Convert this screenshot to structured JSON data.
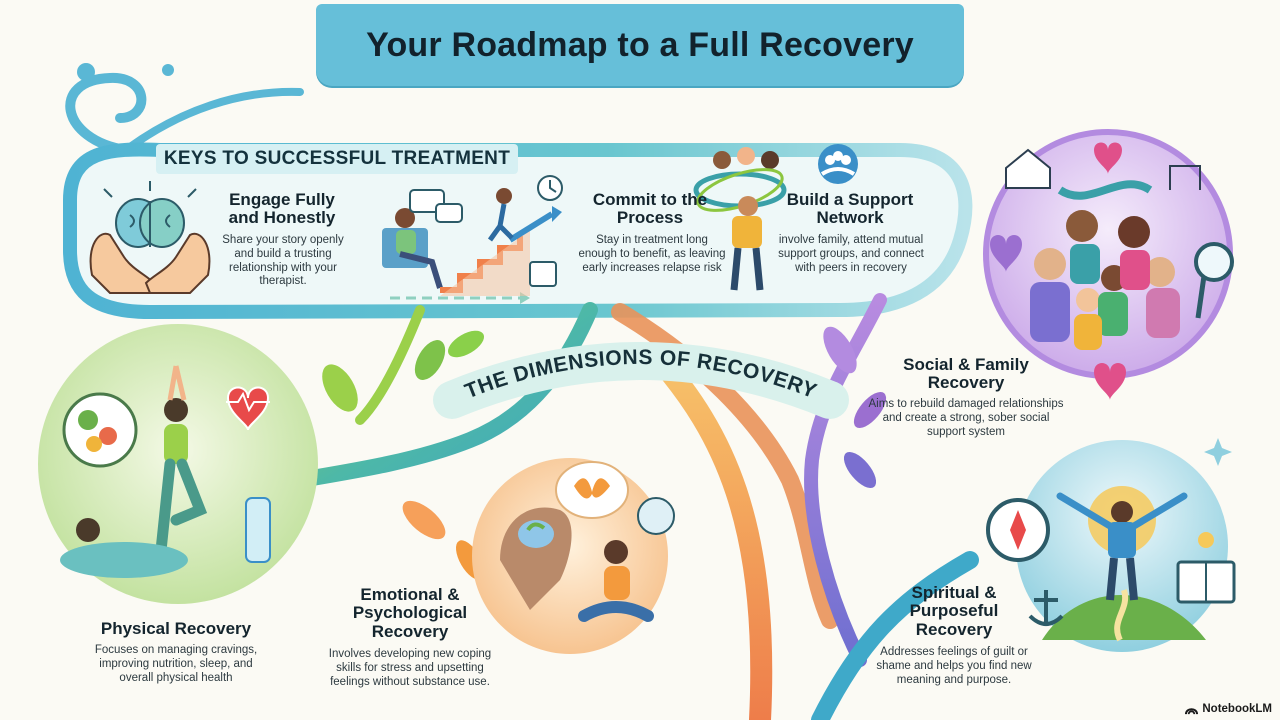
{
  "title": "Your Roadmap to a Full Recovery",
  "keys": {
    "heading": "KEYS TO SUCCESSFUL TREATMENT",
    "items": [
      {
        "title": "Engage Fully and Honestly",
        "description": "Share your story openly and build a trusting relationship with your therapist.",
        "icon": "brain-in-hands-icon"
      },
      {
        "title": "Commit to the Process",
        "description": "Stay in treatment long enough to benefit, as leaving early increases relapse risk",
        "icon": "climbing-stairs-icon"
      },
      {
        "title": "Build a Support Network",
        "description": "involve family, attend mutual support groups, and connect with peers in recovery",
        "icon": "group-icon"
      }
    ]
  },
  "dimensions": {
    "heading": "THE DIMENSIONS OF RECOVERY",
    "items": [
      {
        "title": "Physical Recovery",
        "description": "Focuses on managing cravings, improving nutrition, sleep, and overall physical health",
        "icon": "yoga-pose-icon"
      },
      {
        "title": "Emotional & Psychological Recovery",
        "description": "Involves developing new coping skills for stress and upsetting feelings without substance use.",
        "icon": "meditation-icon"
      },
      {
        "title": "Social & Family Recovery",
        "description": "Aims to rebuild damaged relationships and create a strong, sober social support system",
        "icon": "family-icon"
      },
      {
        "title": "Spiritual & Purposeful Recovery",
        "description": "Addresses feelings of guilt or shame and helps you find new meaning and purpose.",
        "icon": "summit-icon"
      }
    ]
  },
  "brand": "NotebookLM",
  "colors": {
    "banner": "#66bfd9",
    "teal": "#3fa9c9",
    "green": "#8cc63f",
    "orange": "#f39a3d",
    "purple": "#9b6fd0"
  }
}
